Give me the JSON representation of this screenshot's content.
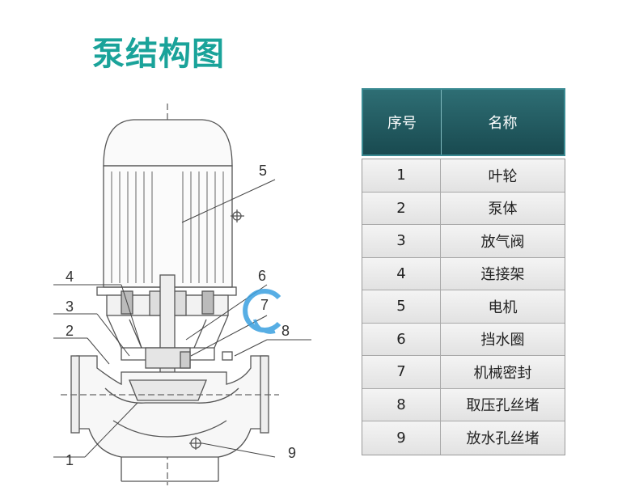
{
  "title": "泵结构图",
  "diagram": {
    "labels": [
      "1",
      "2",
      "3",
      "4",
      "5",
      "6",
      "7",
      "8",
      "9"
    ]
  },
  "table": {
    "headers": [
      "序号",
      "名称"
    ],
    "rows": [
      {
        "no": "1",
        "name": "叶轮"
      },
      {
        "no": "2",
        "name": "泵体"
      },
      {
        "no": "3",
        "name": "放气阀"
      },
      {
        "no": "4",
        "name": "连接架"
      },
      {
        "no": "5",
        "name": "电机"
      },
      {
        "no": "6",
        "name": "挡水圈"
      },
      {
        "no": "7",
        "name": "机械密封"
      },
      {
        "no": "8",
        "name": "取压孔丝堵"
      },
      {
        "no": "9",
        "name": "放水孔丝堵"
      }
    ]
  },
  "colors": {
    "title": "#1aa39a",
    "header_bg": "#194a50",
    "header_border": "#3a8a92"
  }
}
